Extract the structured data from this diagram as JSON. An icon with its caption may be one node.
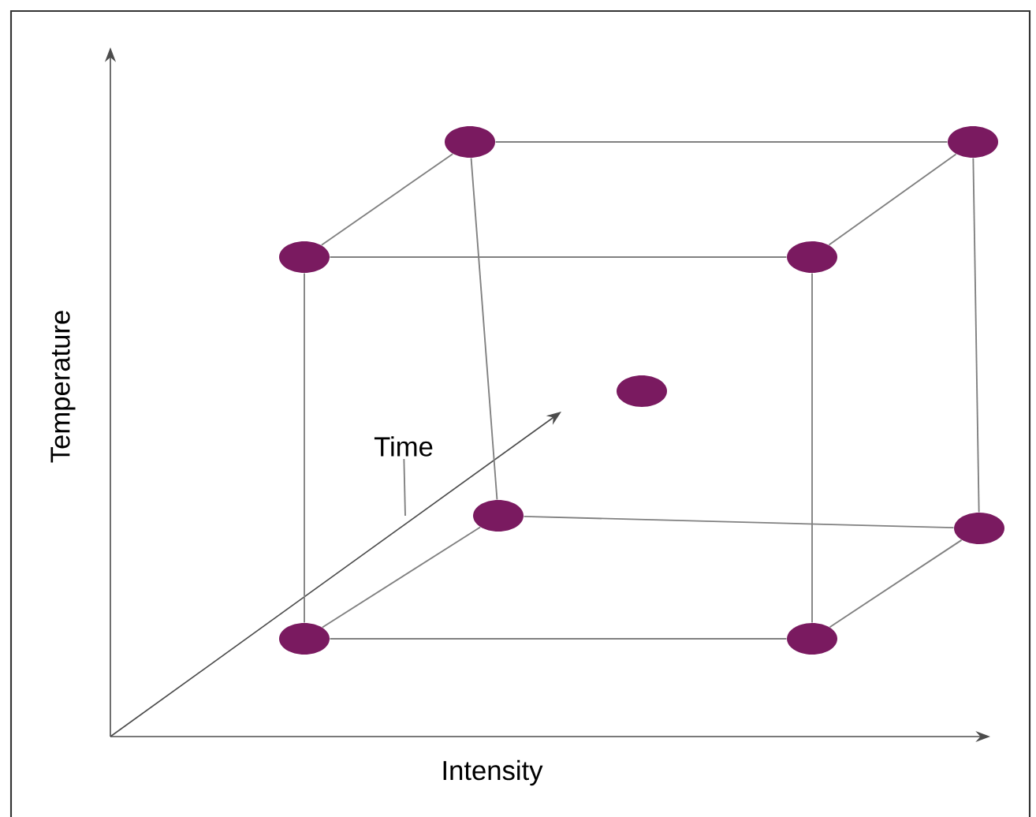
{
  "diagram": {
    "nodes": [
      {
        "text": [],
        "shape": "circle"
      },
      {
        "text": [],
        "shape": "circle"
      },
      {
        "text": [],
        "shape": "circle"
      },
      {
        "text": [],
        "shape": "circle"
      },
      {
        "text": [],
        "shape": "circle"
      },
      {
        "text": [],
        "shape": "circle"
      },
      {
        "text": [],
        "shape": "circle"
      },
      {
        "text": [],
        "shape": "circle"
      },
      {
        "text": [],
        "shape": "circle"
      },
      {
        "text": [
          "Time"
        ]
      }
    ],
    "edges": [
      {
        "from": 0,
        "to": 1,
        "arrow": "none"
      },
      {
        "from": 0,
        "to": 2,
        "arrow": "none"
      },
      {
        "from": 1,
        "to": 3,
        "arrow": "none"
      },
      {
        "from": 2,
        "to": 3,
        "arrow": "none"
      },
      {
        "from": 0,
        "to": 5,
        "arrow": "none"
      },
      {
        "from": 1,
        "to": 6,
        "arrow": "none"
      },
      {
        "from": 2,
        "to": 7,
        "arrow": "none"
      },
      {
        "from": 3,
        "to": 8,
        "arrow": "none"
      },
      {
        "from": 5,
        "to": 6,
        "arrow": "none"
      },
      {
        "from": 5,
        "to": 7,
        "arrow": "none"
      },
      {
        "from": 6,
        "to": 8,
        "arrow": "none"
      },
      {
        "from": 7,
        "to": 8,
        "arrow": "none"
      },
      {
        "from": 9,
        "to": null,
        "arrow": "none"
      }
    ],
    "labels": [
      "Temperature",
      "Intensity"
    ]
  }
}
